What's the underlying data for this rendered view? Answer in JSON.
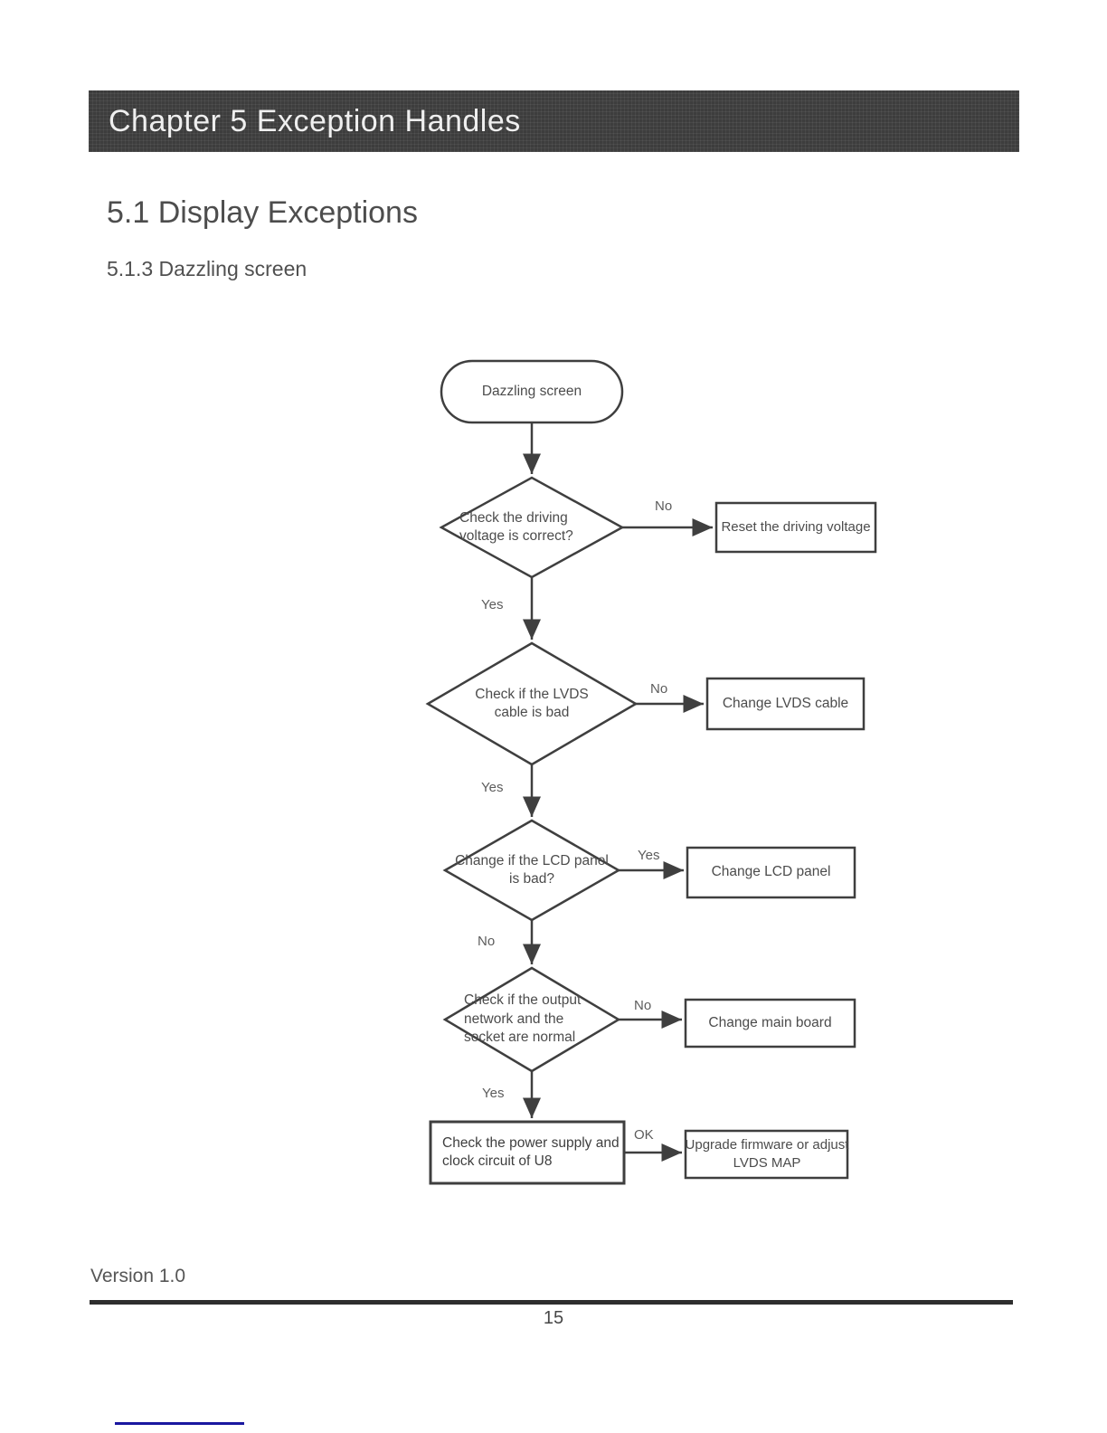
{
  "header": {
    "chapter_title": "Chapter 5 Exception Handles"
  },
  "headings": {
    "section": "5.1 Display Exceptions",
    "subsection": "5.1.3 Dazzling screen"
  },
  "flowchart": {
    "start": {
      "label": "Dazzling screen"
    },
    "decisions": [
      {
        "label": "Check the driving voltage is correct?",
        "no_label": "No",
        "yes_label": "Yes"
      },
      {
        "label": "Check if the LVDS cable is bad",
        "no_label": "No",
        "yes_label": "Yes"
      },
      {
        "label": "Change if the LCD panel is bad?",
        "yes_label": "Yes",
        "no_label": "No"
      },
      {
        "label": "Check if the output network and the socket are normal",
        "no_label": "No",
        "yes_label": "Yes"
      }
    ],
    "process": {
      "label": "Check the power supply and clock circuit of U8",
      "ok_label": "OK"
    },
    "actions": [
      {
        "label": "Reset the driving voltage"
      },
      {
        "label": "Change LVDS cable"
      },
      {
        "label": "Change LCD panel"
      },
      {
        "label": "Change main board"
      },
      {
        "label": "Upgrade firmware or adjust LVDS MAP"
      }
    ]
  },
  "footer": {
    "version": "Version 1.0",
    "page_number": "15"
  },
  "colors": {
    "header_bar": "#3d3d3d",
    "flow_line": "#3f3f3f",
    "link_underline": "#1a17a0"
  }
}
